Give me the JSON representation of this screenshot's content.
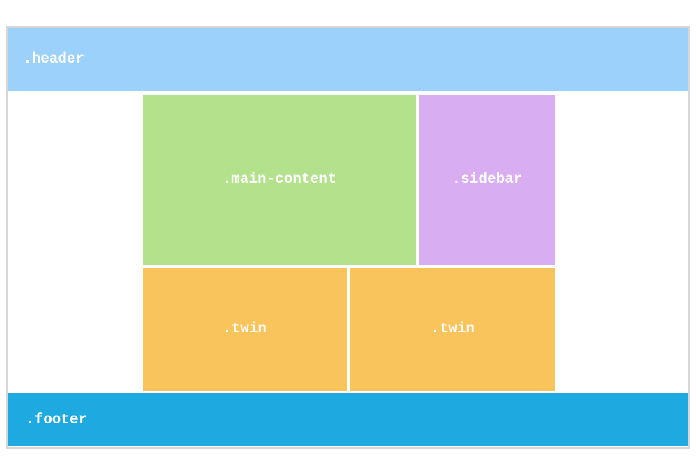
{
  "areas": {
    "header": ".header",
    "main": ".main-content",
    "sidebar": ".sidebar",
    "twin1": ".twin",
    "twin2": ".twin",
    "footer": ".footer"
  },
  "colors": {
    "header": "#9bd1fb",
    "main": "#b3e18c",
    "sidebar": "#d9adf2",
    "twin": "#f8c45b",
    "footer": "#1eaae0"
  }
}
